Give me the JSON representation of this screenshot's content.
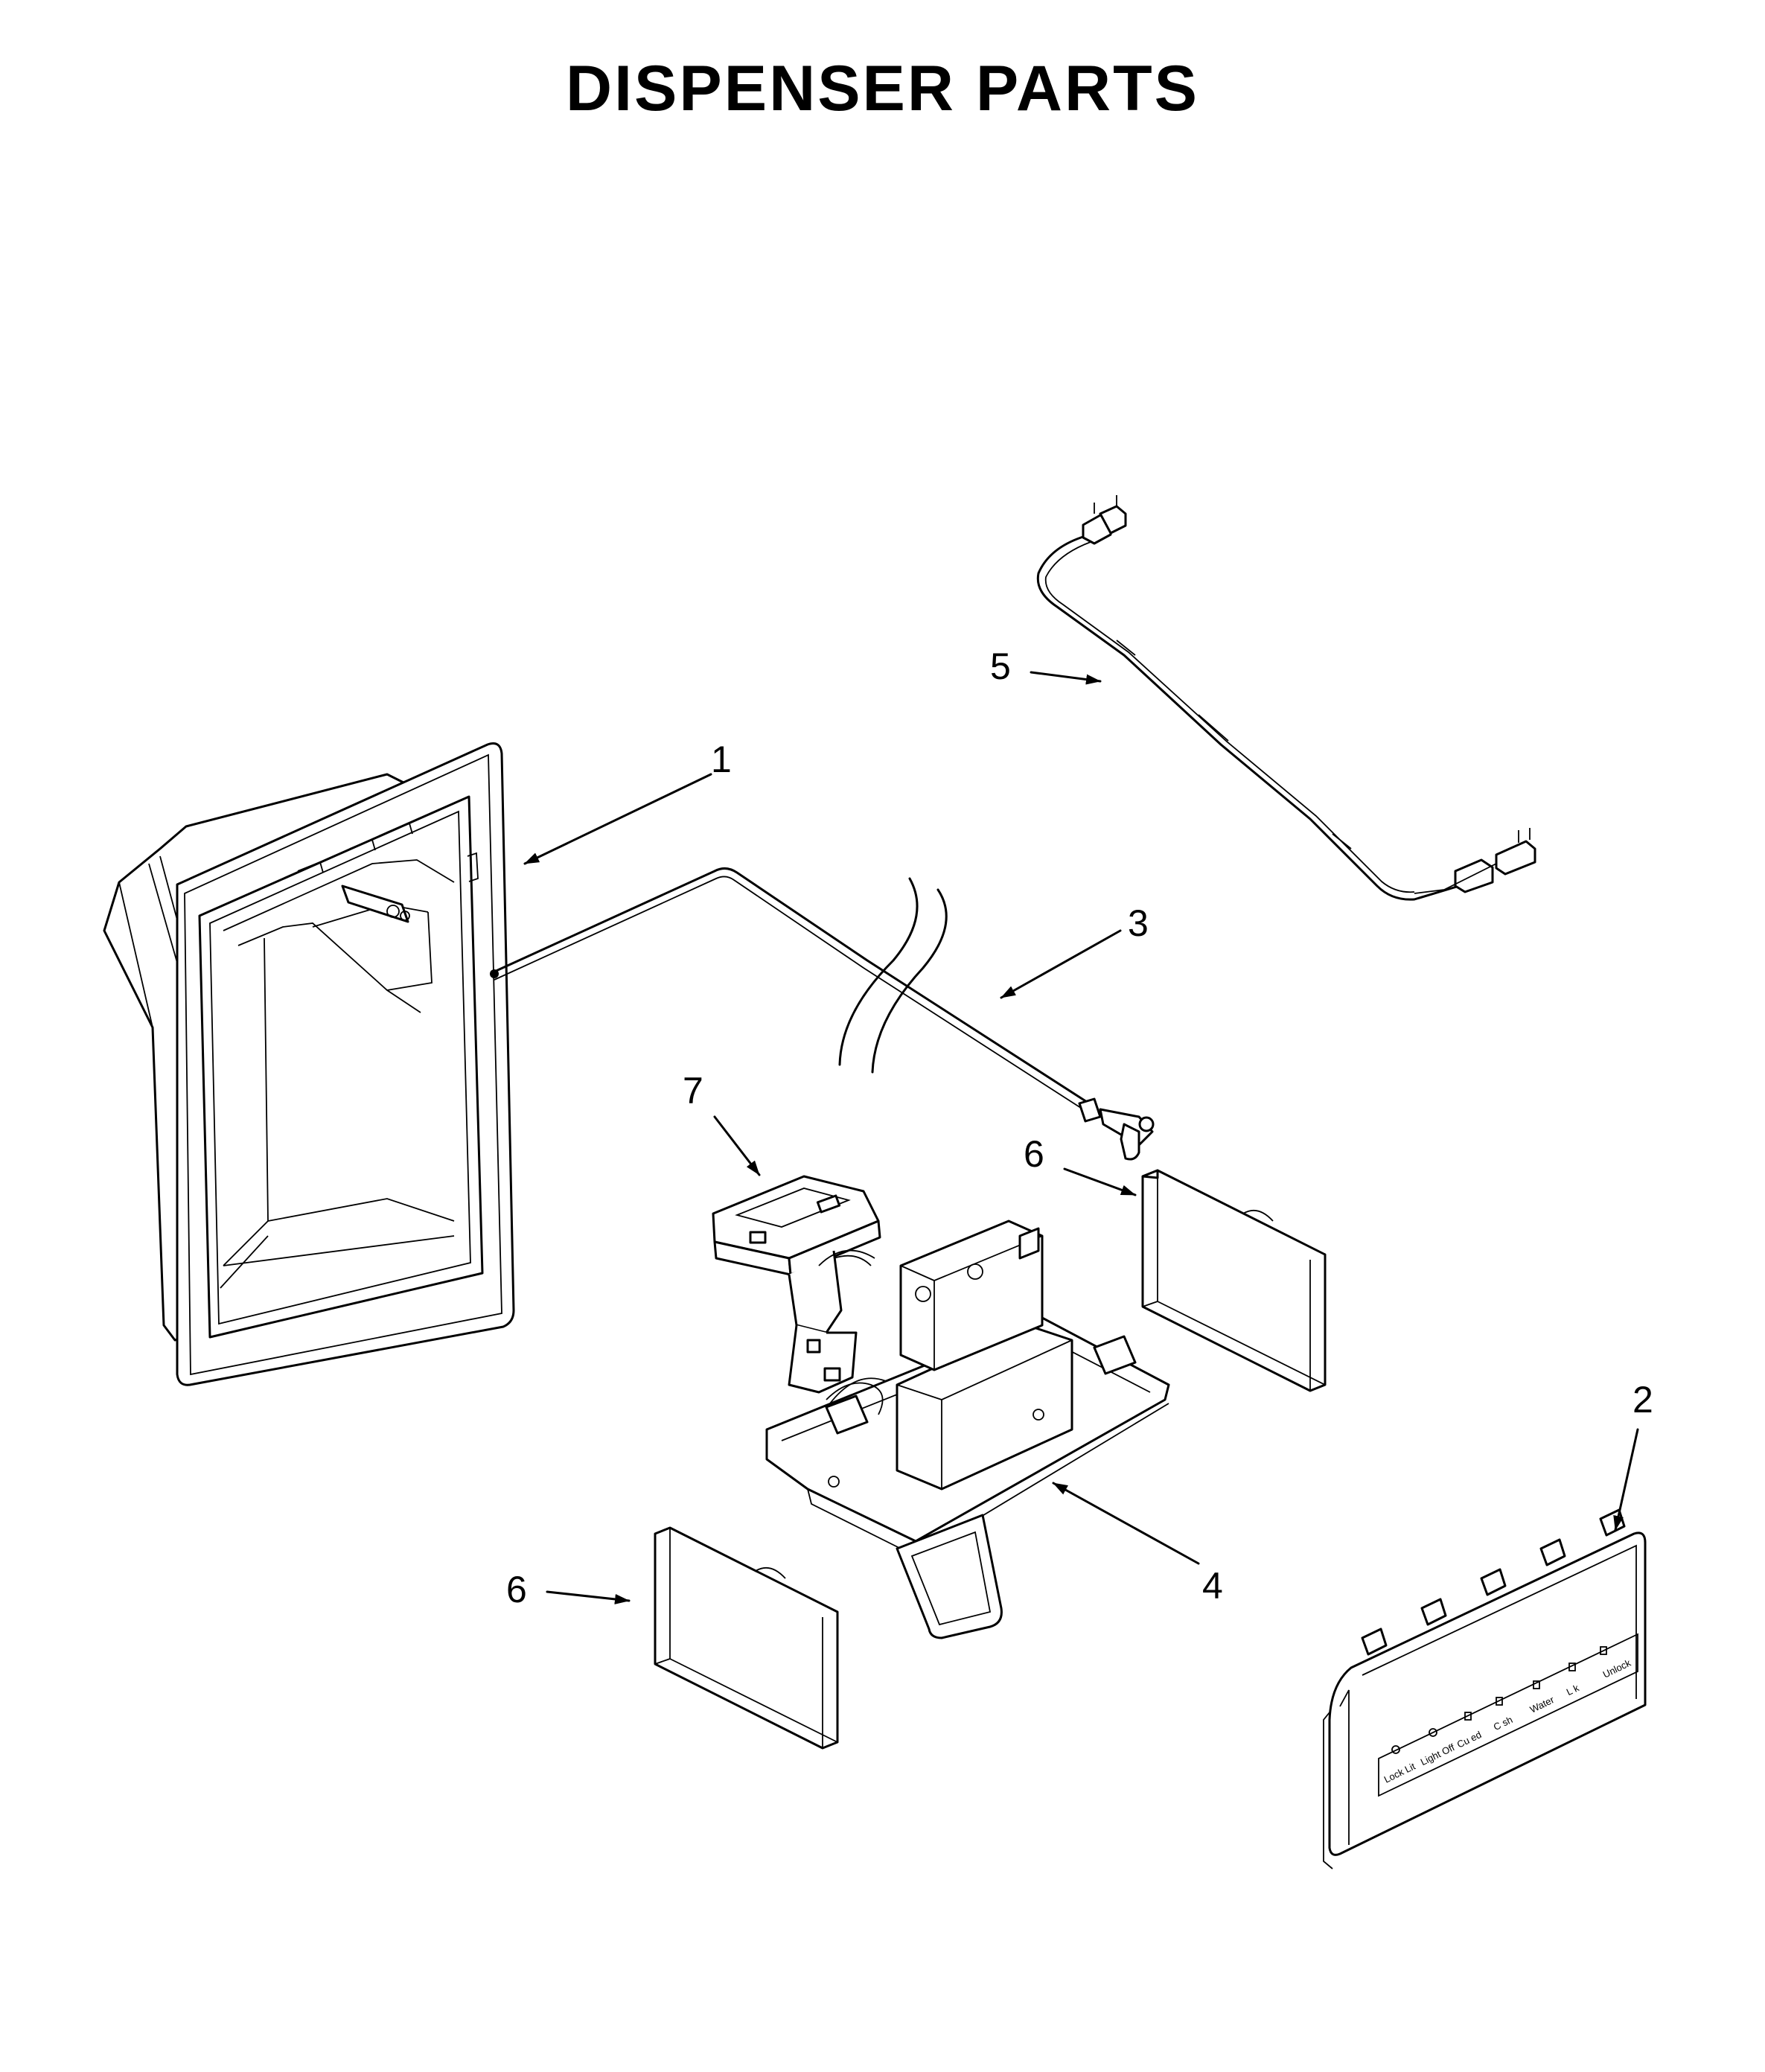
{
  "title": "DISPENSER PARTS",
  "callouts": {
    "part1": "1",
    "part2": "2",
    "part3": "3",
    "part4": "4",
    "part5": "5",
    "part6_upper": "6",
    "part6_lower": "6",
    "part7": "7"
  },
  "panel_labels": [
    "Lock\nLit",
    "Light\nOff",
    "Cu  ed",
    "C  sh",
    "Water",
    "L  k",
    "Unlock"
  ]
}
